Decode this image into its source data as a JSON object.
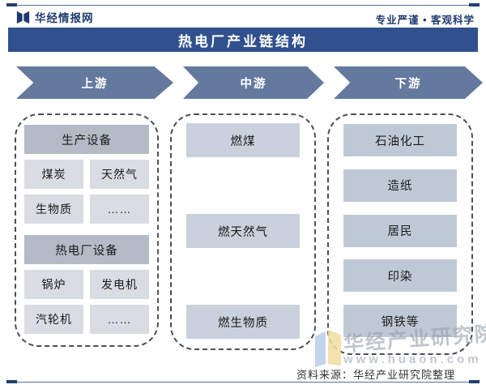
{
  "header": {
    "brand": "华经情报网",
    "tagline": "专业严谨 • 客观科学"
  },
  "title": "热电厂产业链结构",
  "stages": [
    {
      "label": "上游"
    },
    {
      "label": "中游"
    },
    {
      "label": "下游"
    }
  ],
  "upstream": {
    "groups": [
      {
        "header": "生产设备",
        "items": [
          "煤炭",
          "天然气",
          "生物质",
          "……"
        ]
      },
      {
        "header": "热电厂设备",
        "items": [
          "锅炉",
          "发电机",
          "汽轮机",
          "……"
        ]
      }
    ]
  },
  "midstream": {
    "items": [
      "燃煤",
      "燃天然气",
      "燃生物质"
    ]
  },
  "downstream": {
    "items": [
      "石油化工",
      "造纸",
      "居民",
      "印染",
      "钢铁等"
    ]
  },
  "watermark": {
    "name": "华经产业研究院",
    "url": "www.huaon.com"
  },
  "footer": {
    "source": "资料来源：华经产业研究院整理"
  },
  "colors": {
    "banner": "#31508e",
    "arrow": "#64799e",
    "navy_text": "#1e3a6e",
    "group_header_box": "#b4bbc6",
    "upstream_item_box": "#d9dce2",
    "midstream_box": "#c9d1dc",
    "downstream_box": "#bfc9d6"
  }
}
